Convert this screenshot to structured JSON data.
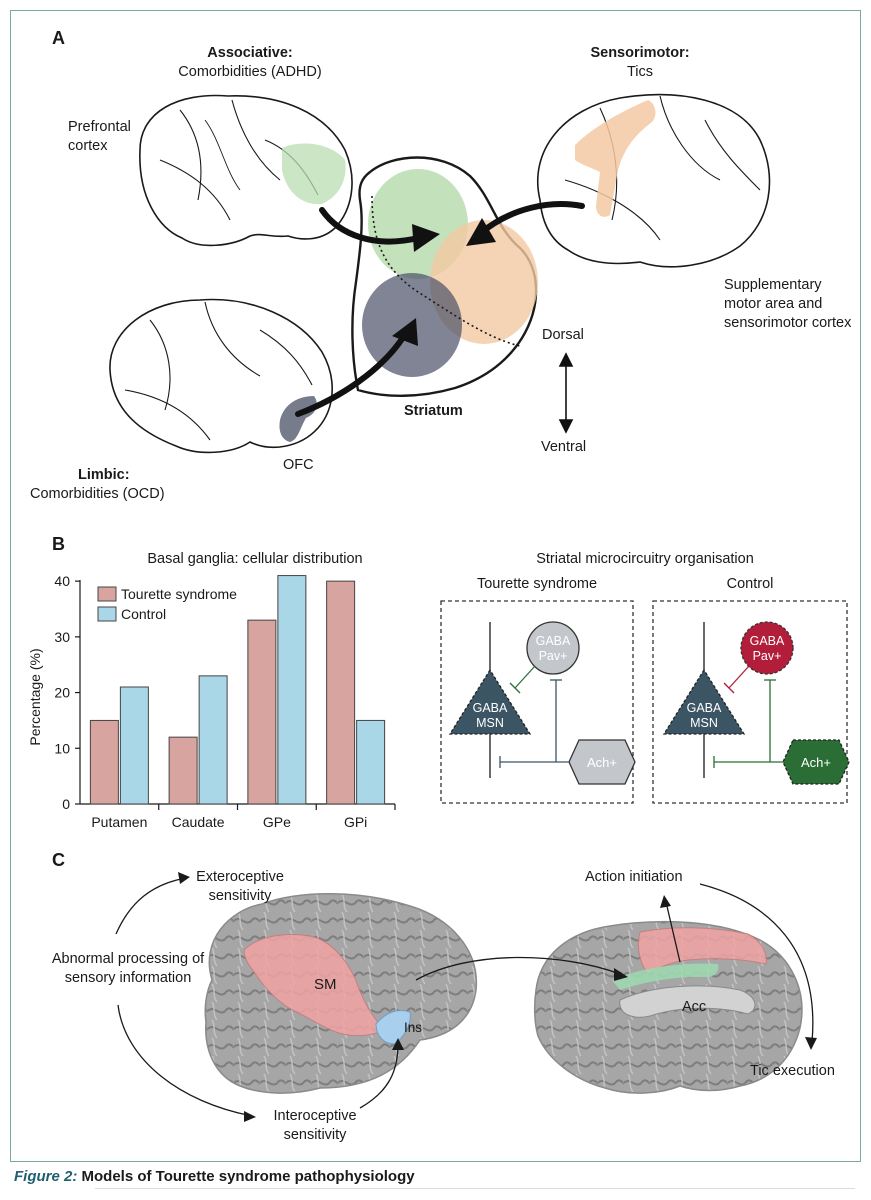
{
  "panel_a": {
    "letter": "A",
    "associative": {
      "title": "Associative:",
      "text": "Comorbidities (ADHD)"
    },
    "sensorimotor": {
      "title": "Sensorimotor:",
      "text": "Tics"
    },
    "limbic": {
      "title": "Limbic:",
      "text": "Comorbidities (OCD)"
    },
    "prefrontal": [
      "Prefrontal",
      "cortex"
    ],
    "supplementary": [
      "Supplementary",
      "motor area and",
      "sensorimotor cortex"
    ],
    "ofc": "OFC",
    "striatum": "Striatum",
    "dorsal": "Dorsal",
    "ventral": "Ventral",
    "colors": {
      "associative": "#b9ddb0",
      "sensorimotor": "#f3c9a3",
      "limbic": "#4a5066"
    }
  },
  "panel_b": {
    "letter": "B",
    "chart_title": "Basal ganglia: cellular distribution",
    "micro_title": "Striatal microcircuitry organisation",
    "ts_label": "Tourette syndrome",
    "control_label": "Control",
    "gaba_pav": [
      "GABA",
      "Pav+"
    ],
    "gaba_msn": [
      "GABA",
      "MSN"
    ],
    "ach": "Ach+",
    "colors": {
      "tourette": "#d8a49f",
      "control": "#a9d7e8",
      "msn": "#3c5564",
      "pav_ts": "#c3c7cc",
      "pav_ctrl": "#b21e3a",
      "ach_ctrl": "#2a6e35"
    }
  },
  "chart_data": {
    "type": "bar",
    "title": "Basal ganglia: cellular distribution",
    "xlabel": "",
    "ylabel": "Percentage (%)",
    "categories": [
      "Putamen",
      "Caudate",
      "GPe",
      "GPi"
    ],
    "series": [
      {
        "name": "Tourette syndrome",
        "values": [
          15,
          12,
          33,
          40
        ],
        "color": "#d8a49f"
      },
      {
        "name": "Control",
        "values": [
          21,
          23,
          41,
          15
        ],
        "color": "#a9d7e8"
      }
    ],
    "ylim": [
      0,
      42
    ],
    "yticks": [
      0,
      10,
      20,
      30,
      40
    ],
    "legend": "top-left",
    "grid": false
  },
  "panel_c": {
    "letter": "C",
    "exteroceptive": [
      "Exteroceptive",
      "sensitivity"
    ],
    "abnormal": [
      "Abnormal processing of",
      "sensory information"
    ],
    "interoceptive": [
      "Interoceptive",
      "sensitivity"
    ],
    "sm": "SM",
    "ins": "Ins",
    "action": "Action initiation",
    "acc": "Acc",
    "tic": "Tic execution"
  },
  "caption": {
    "label": "Figure 2:",
    "text": " Models of Tourette syndrome pathophysiology"
  }
}
